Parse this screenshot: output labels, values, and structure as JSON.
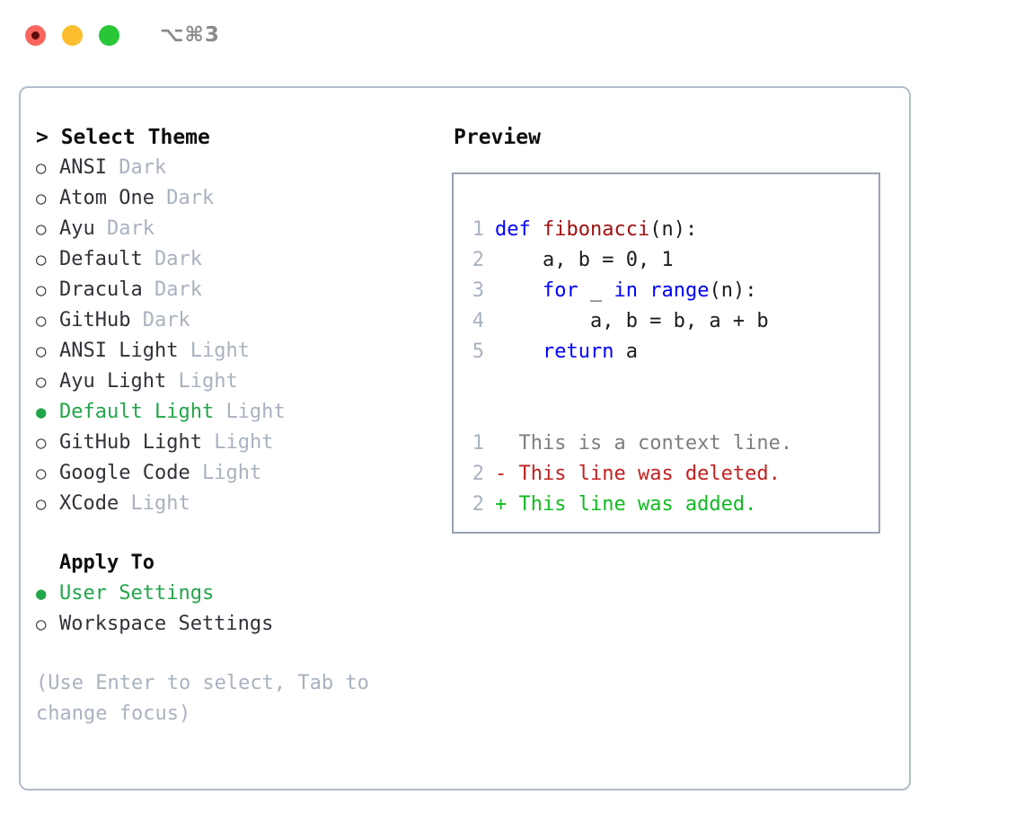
{
  "titlebar": {
    "shortcut": "⌥⌘3",
    "lights": [
      {
        "name": "close",
        "color": "#f9655f"
      },
      {
        "name": "minimize",
        "color": "#fbbd2e"
      },
      {
        "name": "maximize",
        "color": "#29c637"
      }
    ]
  },
  "theme_picker": {
    "header": "> Select Theme",
    "items": [
      {
        "label": "ANSI",
        "tag": "Dark",
        "selected": false,
        "bullet": "○"
      },
      {
        "label": "Atom One",
        "tag": "Dark",
        "selected": false,
        "bullet": "○"
      },
      {
        "label": "Ayu",
        "tag": "Dark",
        "selected": false,
        "bullet": "○"
      },
      {
        "label": "Default",
        "tag": "Dark",
        "selected": false,
        "bullet": "○"
      },
      {
        "label": "Dracula",
        "tag": "Dark",
        "selected": false,
        "bullet": "○"
      },
      {
        "label": "GitHub",
        "tag": "Dark",
        "selected": false,
        "bullet": "○"
      },
      {
        "label": "ANSI Light",
        "tag": "Light",
        "selected": false,
        "bullet": "○"
      },
      {
        "label": "Ayu Light",
        "tag": "Light",
        "selected": false,
        "bullet": "○"
      },
      {
        "label": "Default Light",
        "tag": "Light",
        "selected": true,
        "bullet": "●"
      },
      {
        "label": "GitHub Light",
        "tag": "Light",
        "selected": false,
        "bullet": "○"
      },
      {
        "label": "Google Code",
        "tag": "Light",
        "selected": false,
        "bullet": "○"
      },
      {
        "label": "XCode",
        "tag": "Light",
        "selected": false,
        "bullet": "○"
      }
    ]
  },
  "apply_to": {
    "header": "Apply To",
    "items": [
      {
        "label": "User Settings",
        "selected": true,
        "bullet": "●"
      },
      {
        "label": "Workspace Settings",
        "selected": false,
        "bullet": "○"
      }
    ]
  },
  "hint": "(Use Enter to select, Tab to change focus)",
  "preview": {
    "header": "Preview",
    "code_lines": [
      {
        "num": "1",
        "tokens": [
          {
            "t": "def",
            "c": "kw"
          },
          {
            "t": " ",
            "c": "pl"
          },
          {
            "t": "fibonacci",
            "c": "fn"
          },
          {
            "t": "(n):",
            "c": "pl"
          }
        ]
      },
      {
        "num": "2",
        "tokens": [
          {
            "t": "    a, b = 0, 1",
            "c": "pl"
          }
        ]
      },
      {
        "num": "3",
        "tokens": [
          {
            "t": "    ",
            "c": "pl"
          },
          {
            "t": "for",
            "c": "kw"
          },
          {
            "t": " _ ",
            "c": "pl"
          },
          {
            "t": "in",
            "c": "kw"
          },
          {
            "t": " ",
            "c": "pl"
          },
          {
            "t": "range",
            "c": "kw"
          },
          {
            "t": "(n):",
            "c": "pl"
          }
        ]
      },
      {
        "num": "4",
        "tokens": [
          {
            "t": "        a, b = b, a + b",
            "c": "pl"
          }
        ]
      },
      {
        "num": "5",
        "tokens": [
          {
            "t": "    ",
            "c": "pl"
          },
          {
            "t": "return",
            "c": "kw"
          },
          {
            "t": " a",
            "c": "pl"
          }
        ]
      }
    ],
    "diff_lines": [
      {
        "num": "1",
        "marker": "  ",
        "text": "This is a context line.",
        "kind": "ctx"
      },
      {
        "num": "2",
        "marker": "- ",
        "text": "This line was deleted.",
        "kind": "del"
      },
      {
        "num": "2",
        "marker": "+ ",
        "text": "This line was added.",
        "kind": "add"
      }
    ]
  },
  "colors": {
    "accent_green": "#22a54a",
    "muted": "#a9b2bf",
    "keyword": "#0000ff",
    "function": "#a01010",
    "deleted": "#c22020",
    "added": "#11bb22",
    "border": "#b3bcc9"
  }
}
